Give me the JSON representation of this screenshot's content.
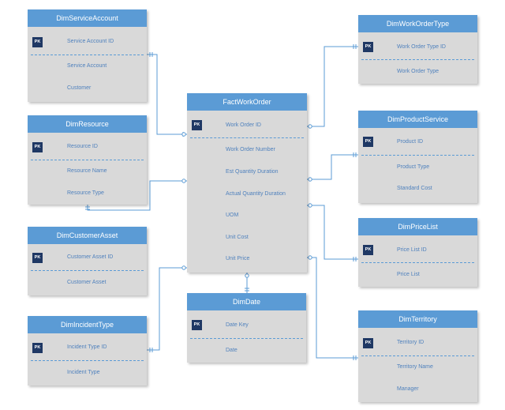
{
  "pk_label": "PK",
  "line_color": "#5b9bd5",
  "header_color": "#5b9bd5",
  "box_color": "#d9d9d9",
  "badge_color": "#1f3864",
  "entities": {
    "dim_service_account": {
      "title": "DimServiceAccount",
      "pk": "Service Account ID",
      "fields": [
        "Service Account",
        "Customer"
      ]
    },
    "dim_resource": {
      "title": "DimResource",
      "pk": "Resource ID",
      "fields": [
        "Resource Name",
        "Resource Type"
      ]
    },
    "dim_customer_asset": {
      "title": "DimCustomerAsset",
      "pk": "Customer Asset ID",
      "fields": [
        "Customer Asset"
      ]
    },
    "dim_incident_type": {
      "title": "DimIncidentType",
      "pk": "Incident Type ID",
      "fields": [
        "Incident Type"
      ]
    },
    "fact_work_order": {
      "title": "FactWorkOrder",
      "pk": "Work Order ID",
      "fields": [
        "Work Order Number",
        "Est Quantity Duration",
        "Actual Quantity Duration",
        "UOM",
        "Unit Cost",
        "Unit Price"
      ]
    },
    "dim_date": {
      "title": "DimDate",
      "pk": "Date Key",
      "fields": [
        "Date"
      ]
    },
    "dim_work_order_type": {
      "title": "DimWorkOrderType",
      "pk": "Work Order Type ID",
      "fields": [
        "Work Order Type"
      ]
    },
    "dim_product_service": {
      "title": "DimProductService",
      "pk": "Product ID",
      "fields": [
        "Product Type",
        "Standard  Cost"
      ]
    },
    "dim_price_list": {
      "title": "DimPriceList",
      "pk": "Price List ID",
      "fields": [
        "Price List"
      ]
    },
    "dim_territory": {
      "title": "DimTerritory",
      "pk": "Territory ID",
      "fields": [
        "Territory Name",
        "Manager"
      ]
    }
  }
}
